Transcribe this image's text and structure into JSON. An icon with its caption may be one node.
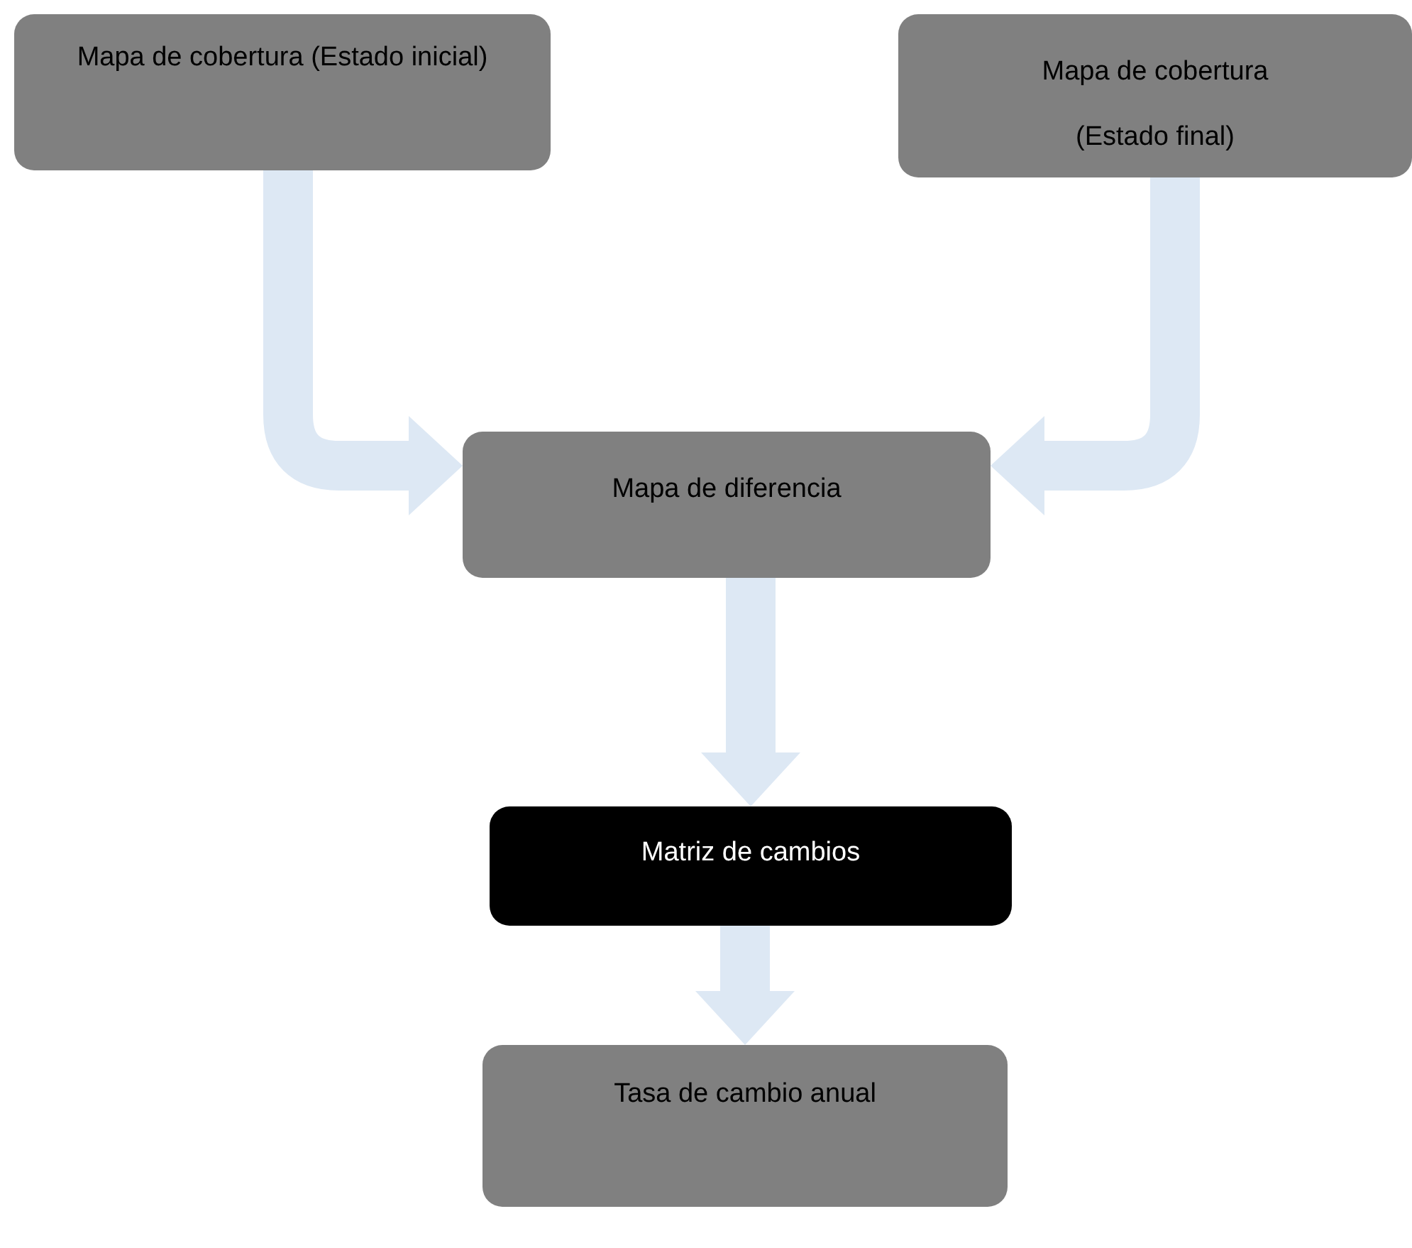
{
  "diagram": {
    "nodes": [
      {
        "text": [
          "Mapa de cobertura (Estado inicial)"
        ]
      },
      {
        "text": [
          "Mapa de cobertura (Estado final)"
        ]
      },
      {
        "text": [
          "Mapa de diferencia"
        ]
      },
      {
        "text": [
          "Matriz de cambios"
        ]
      },
      {
        "text": [
          "Tasa de cambio anual"
        ]
      }
    ],
    "edges": [
      {
        "from": 0,
        "to": 2,
        "arrow": "to"
      },
      {
        "from": 1,
        "to": 2,
        "arrow": "to"
      },
      {
        "from": 2,
        "to": 3,
        "arrow": "to"
      },
      {
        "from": 3,
        "to": 4,
        "arrow": "to"
      }
    ]
  }
}
